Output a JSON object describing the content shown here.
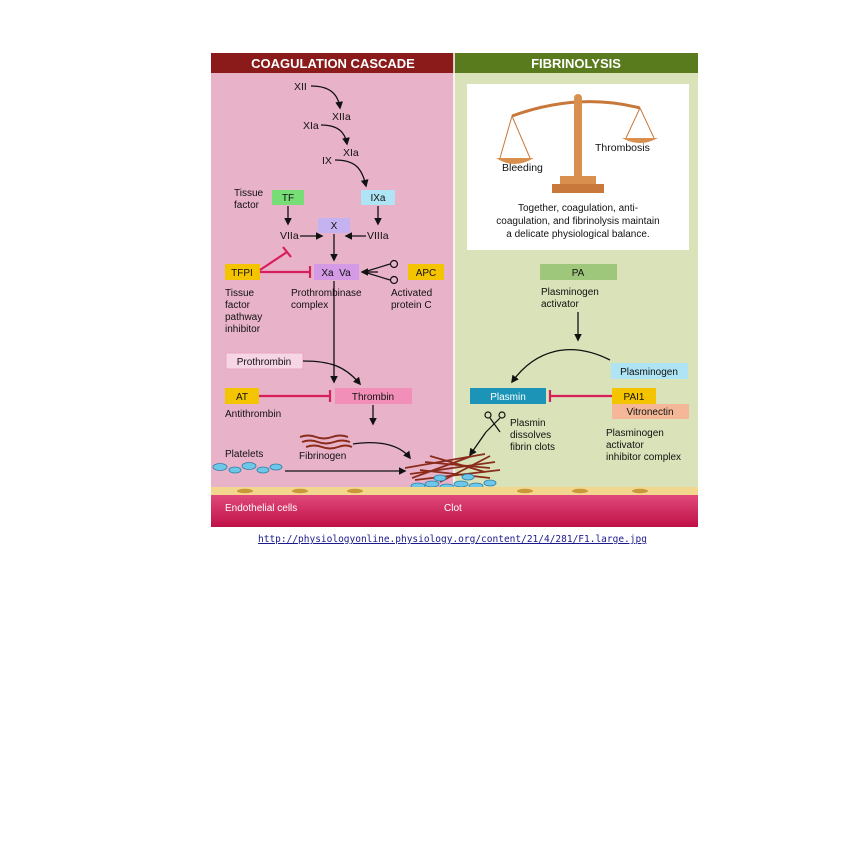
{
  "header": {
    "left_title": "COAGULATION CASCADE",
    "right_title": "FIBRINOLYSIS"
  },
  "cascade": {
    "xii": "XII",
    "xiia": "XIIa",
    "xia_1": "XIa",
    "xia_2": "XIa",
    "ix": "IX",
    "tissue_factor": [
      "Tissue",
      "factor"
    ],
    "tf": "TF",
    "ixa": "IXa",
    "x": "X",
    "viia": "VIIa",
    "viiia": "VIIIa",
    "tfpi": "TFPI",
    "xa_va": "Xa  Va",
    "apc": "APC",
    "tfpi_desc": [
      "Tissue",
      "factor",
      "pathway",
      "inhibitor"
    ],
    "prothrombinase_desc": [
      "Prothrombinase",
      "complex"
    ],
    "apc_desc": [
      "Activated",
      "protein C"
    ],
    "prothrombin": "Prothrombin",
    "at": "AT",
    "antithrombin": "Antithrombin",
    "thrombin": "Thrombin",
    "platelets": "Platelets",
    "fibrinogen": "Fibrinogen"
  },
  "fibrinolysis": {
    "balance": {
      "bleeding": "Bleeding",
      "thrombosis": "Thrombosis",
      "caption": [
        "Together, coagulation, anti-",
        "coagulation, and fibrinolysis maintain",
        "a delicate physiological balance."
      ]
    },
    "pa": "PA",
    "pa_desc": [
      "Plasminogen",
      "activator"
    ],
    "plasminogen": "Plasminogen",
    "plasmin": "Plasmin",
    "pai1": "PAI1",
    "vitronectin": "Vitronectin",
    "plasmin_desc": [
      "Plasmin",
      "dissolves",
      "fibrin clots"
    ],
    "pai_desc": [
      "Plasminogen",
      "activator",
      "inhibitor complex"
    ]
  },
  "bottom": {
    "endothelial": "Endothelial cells",
    "clot": "Clot"
  },
  "source_link": "http://physiologyonline.physiology.org/content/21/4/281/F1.large.jpg",
  "colors": {
    "left_header": "#8b1a1a",
    "right_header": "#5a7a1e",
    "left_bg": "#e8b3c9",
    "right_bg": "#d9e2b8",
    "tf_box": "#77dd77",
    "ixa_box": "#aee4f4",
    "x_box": "#c4b3f0",
    "xava_box": "#d59ae6",
    "yellow_box": "#f5c400",
    "prothrombin_box": "#f6d5e4",
    "thrombin_box": "#f28fb8",
    "pa_box": "#9fc77c",
    "plasminogen_box": "#aee4f4",
    "plasmin_box": "#1c94b8",
    "vitronectin_box": "#f4b798",
    "inhibitor_line": "#d81e5b",
    "fibrin": "#8a2b1c",
    "platelet": "#6ec6e8"
  }
}
